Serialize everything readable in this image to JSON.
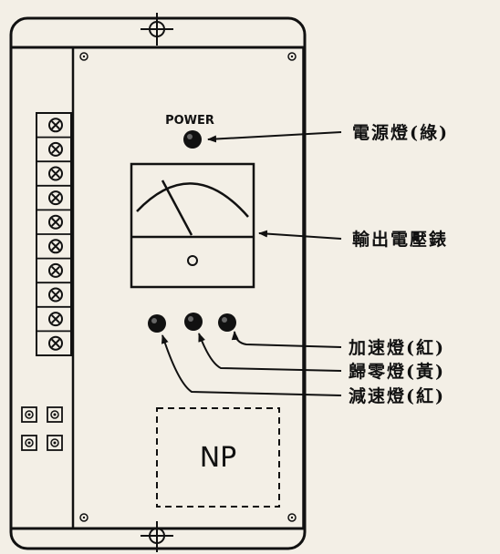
{
  "panel": {
    "power_label": "POWER",
    "nameplate_label": "NP",
    "terminal_count": 10
  },
  "callouts": {
    "power_lamp": "電源燈(綠)",
    "output_meter": "輸出電壓錶",
    "accel_lamp": "加速燈(紅)",
    "return_zero_lamp": "歸零燈(黃)",
    "decel_lamp": "減速燈(紅)"
  },
  "colors": {
    "ink": "#111111",
    "paper": "#f3efe6"
  }
}
